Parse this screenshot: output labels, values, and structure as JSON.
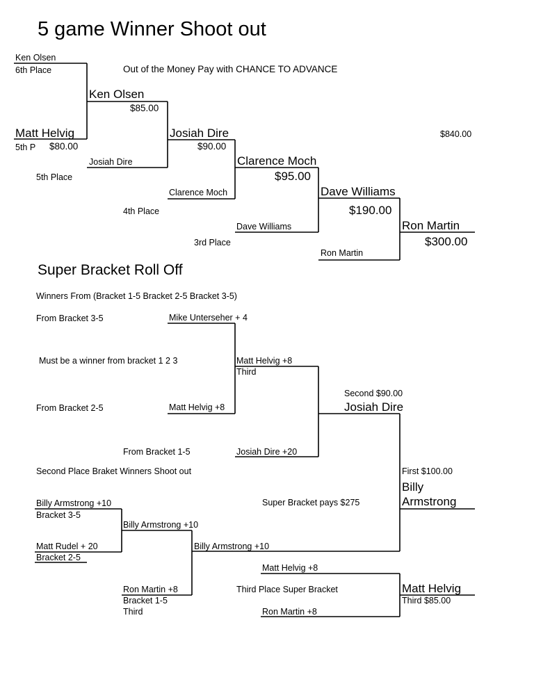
{
  "title": "5 game Winner Shoot out",
  "subtitle": "Out of the Money Pay with CHANCE TO ADVANCE",
  "total": "$840.00",
  "top_bracket": {
    "ken_olsen_entry": "Ken Olsen",
    "sixth_place": "6th Place",
    "ken_olsen": "Ken Olsen",
    "ken_olsen_pay": "$85.00",
    "matt_helvig": "Matt Helvig",
    "fifth_p_short": "5th P",
    "matt_helvig_pay": "$80.00",
    "josiah_dire_entry": "Josiah Dire",
    "fifth_place": "5th Place",
    "josiah_dire": "Josiah Dire",
    "josiah_dire_pay": "$90.00",
    "clarence_moch_entry": "Clarence Moch",
    "fourth_place": "4th Place",
    "clarence_moch": "Clarence Moch",
    "clarence_moch_pay": "$95.00",
    "dave_williams_entry": "Dave Williams",
    "third_place": "3rd Place",
    "dave_williams": "Dave Williams",
    "dave_williams_pay": "$190.00",
    "ron_martin_entry": "Ron Martin",
    "ron_martin": "Ron Martin",
    "ron_martin_pay": "$300.00"
  },
  "super_bracket": {
    "title": "Super Bracket Roll Off",
    "winners_from": "Winners From (Bracket 1-5   Bracket 2-5   Bracket 3-5)",
    "from_3_5": "From Bracket 3-5",
    "mike_unterseher": "Mike Unterseher + 4",
    "must_be_winner": "Must be a winner from bracket 1 2 3",
    "matt_helvig_8a": "Matt Helvig +8",
    "third_label": "Third",
    "second_pay": "Second $90.00",
    "josiah_dire_winner": "Josiah Dire",
    "from_2_5": "From Bracket 2-5",
    "matt_helvig_8b": "Matt Helvig +8",
    "from_1_5": "From Bracket 1-5",
    "josiah_dire_20": "Josiah Dire +20",
    "first_pay": "First $100.00",
    "billy_first_line1": "Billy",
    "billy_first_line2": "Armstrong",
    "pays": "Super Bracket pays $275"
  },
  "second_place": {
    "title": "Second Place Braket Winners Shoot out",
    "billy_10a": "Billy Armstrong +10",
    "bracket_3_5": "Bracket 3-5",
    "billy_10b": "Billy Armstrong +10",
    "matt_rudel": "Matt Rudel + 20",
    "bracket_2_5": "Bracket 2-5",
    "billy_10c": "Billy Armstrong +10",
    "matt_helvig_8c": "Matt Helvig +8",
    "ron_martin_8a": "Ron Martin +8",
    "third_place_super": "Third Place Super Bracket",
    "matt_helvig_third": "Matt Helvig",
    "bracket_1_5": "Bracket 1-5",
    "third": "Third",
    "third_pay": "Third $85.00",
    "ron_martin_8b": "Ron Martin +8"
  }
}
